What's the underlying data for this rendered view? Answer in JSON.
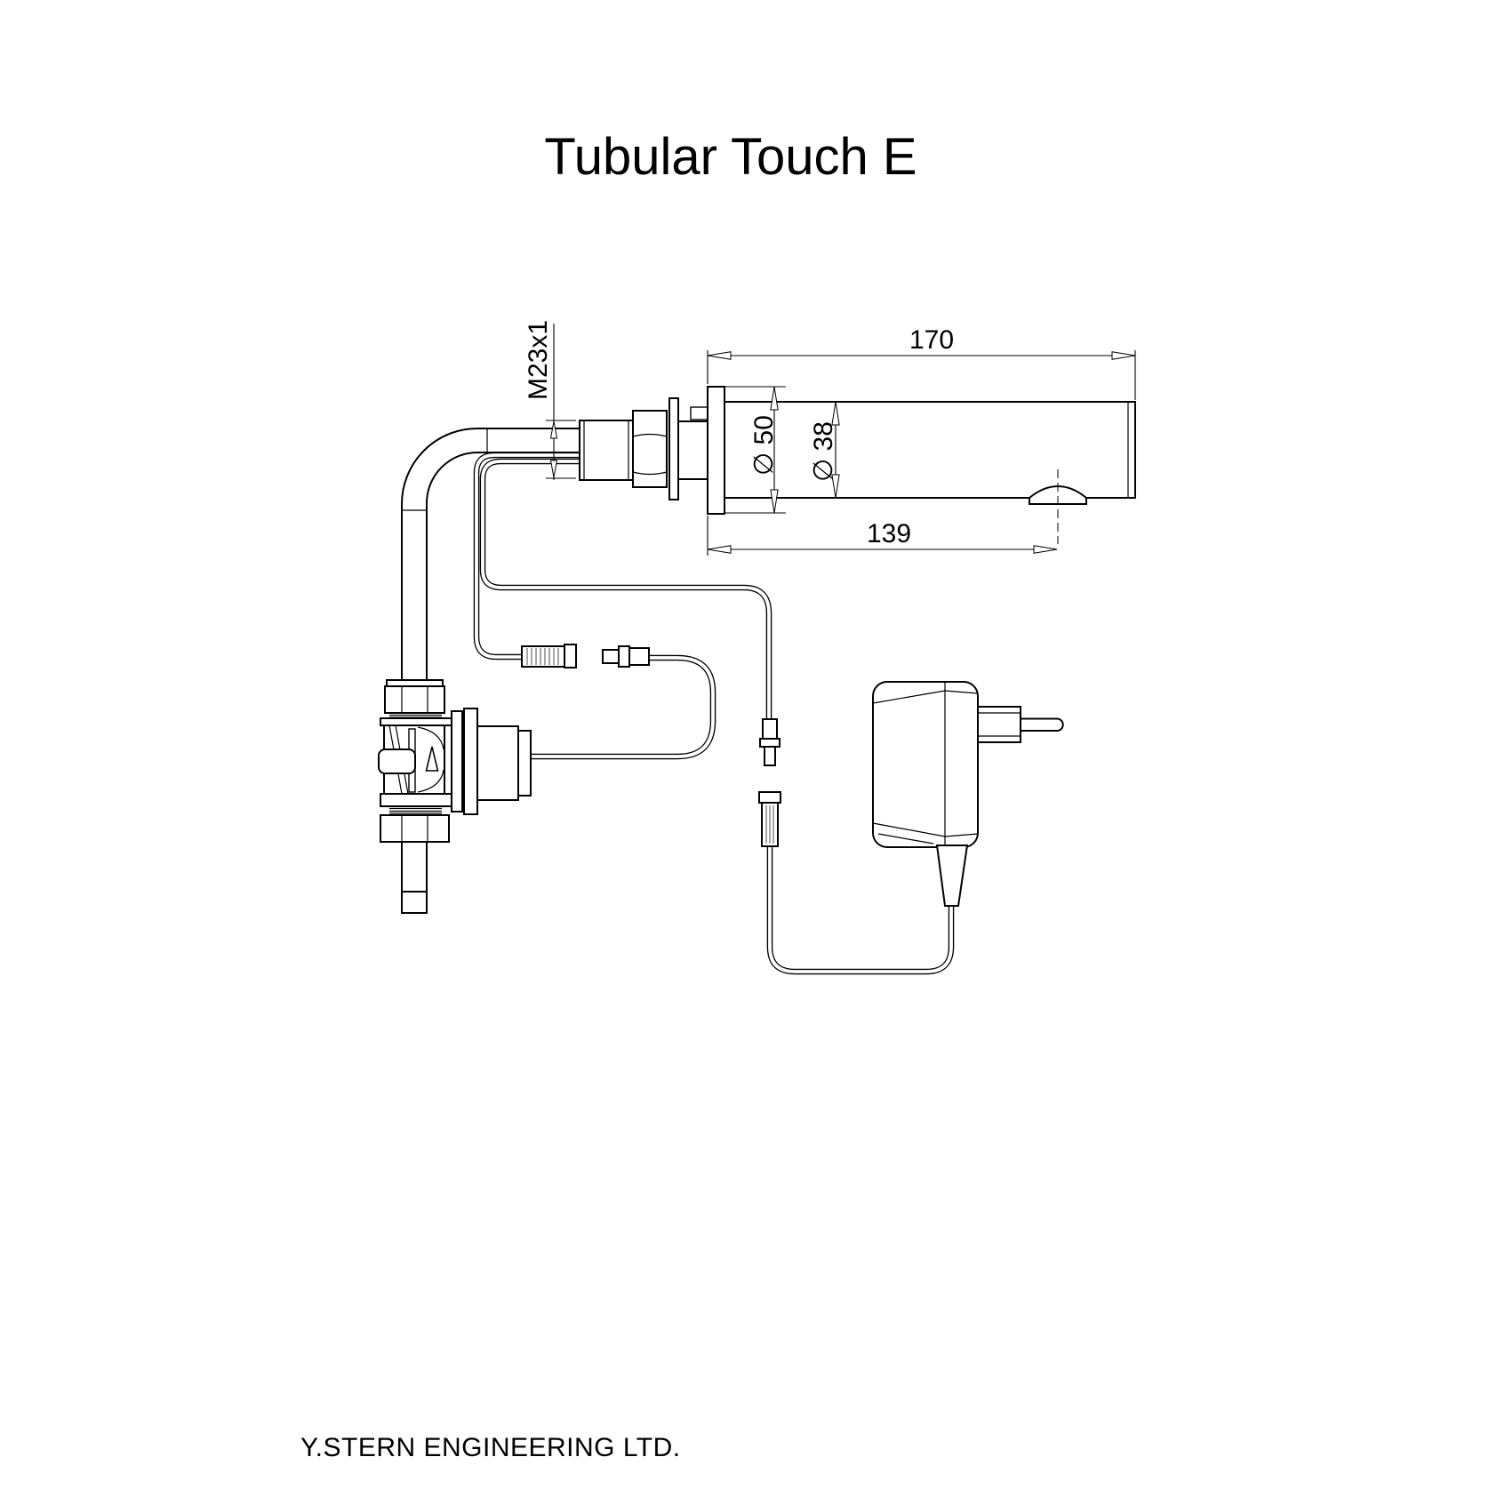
{
  "title": "Tubular Touch E",
  "footer": "Y.STERN ENGINEERING LTD.",
  "dimensions": {
    "overall_length": "170",
    "wall_to_spout": "139",
    "flange_diameter": "∅ 50",
    "body_diameter": "∅ 38",
    "inlet_thread": "M23x1"
  },
  "colors": {
    "line": "#000000",
    "background": "#ffffff"
  }
}
